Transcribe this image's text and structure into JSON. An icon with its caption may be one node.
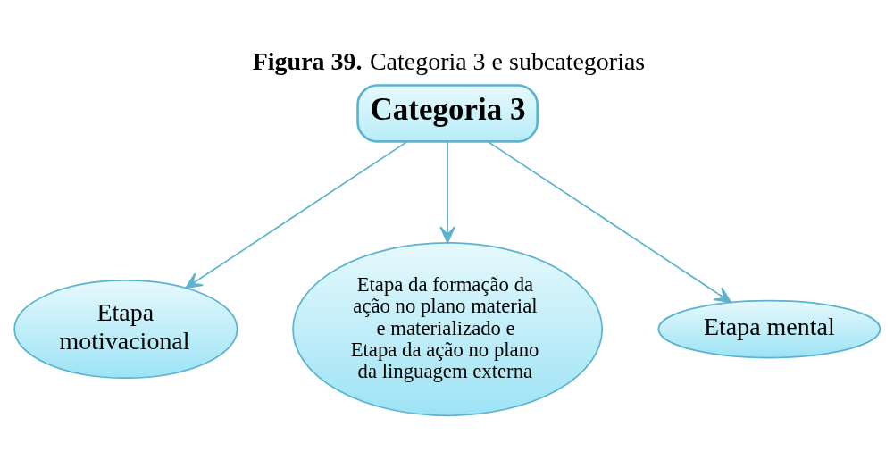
{
  "diagram": {
    "title": "**Figura 39.** Categoria 3 e subcategorias",
    "nodes": [
      {
        "text": [
          "Categoria 3"
        ]
      },
      {
        "text": [
          "Etapa motivacional"
        ]
      },
      {
        "text": [
          "Etapa da formação da ação no plano material e materializado e Etapa da ação no plano da linguagem externa"
        ]
      },
      {
        "text": [
          "Etapa mental"
        ]
      }
    ],
    "edges": [
      {
        "from": 0,
        "to": 1,
        "arrow": "to"
      },
      {
        "from": 0,
        "to": 2,
        "arrow": "to"
      },
      {
        "from": 0,
        "to": 3,
        "arrow": "to"
      }
    ]
  }
}
